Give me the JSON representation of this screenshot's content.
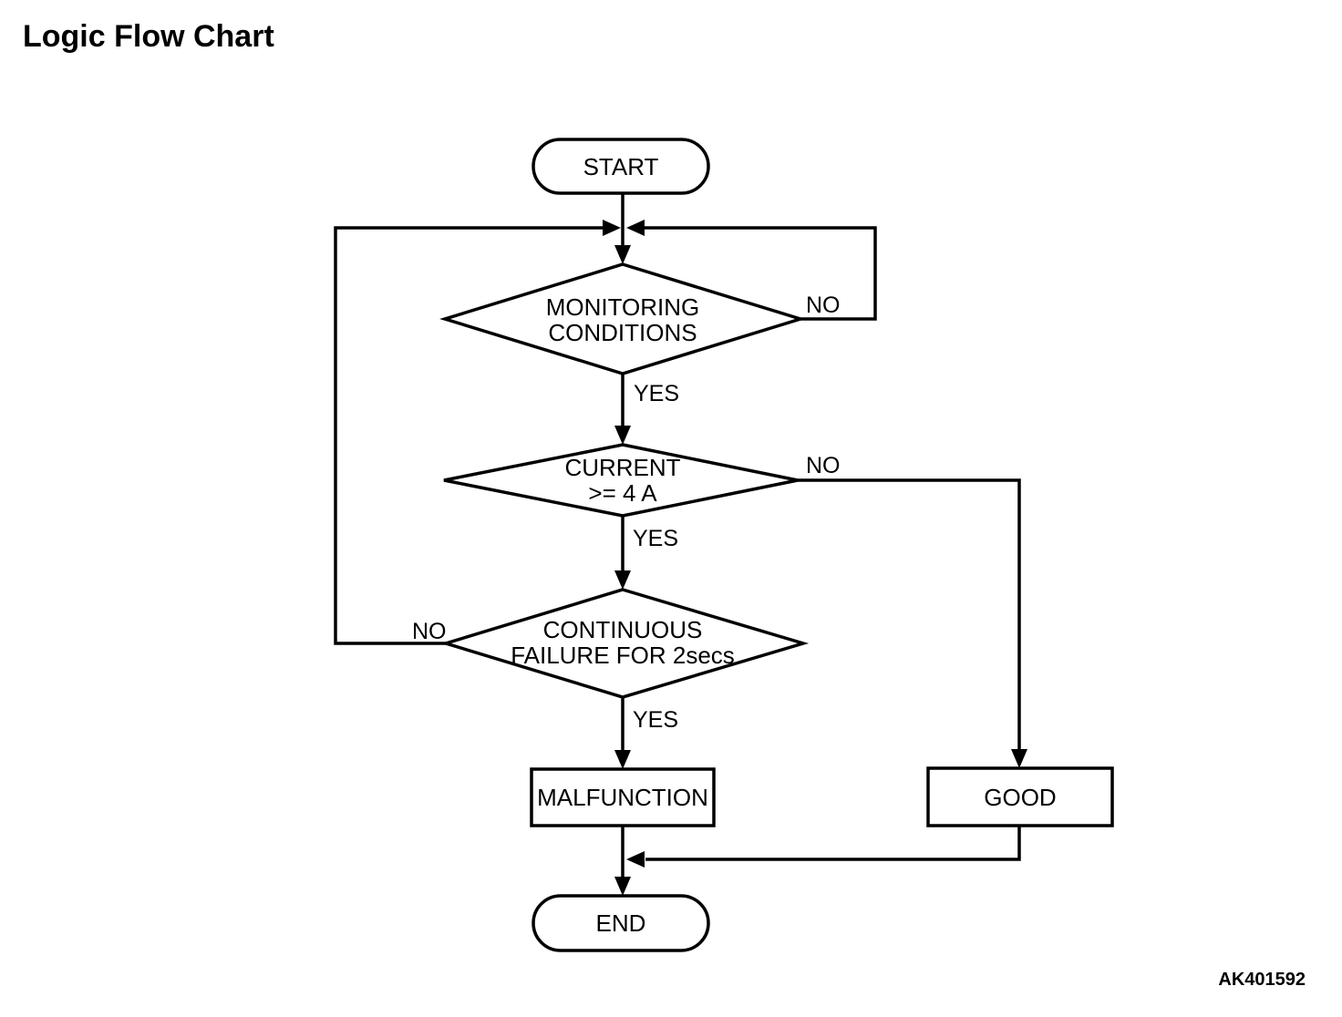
{
  "page": {
    "title": "Logic Flow Chart",
    "figure_code": "AK401592"
  },
  "flowchart": {
    "colors": {
      "line": "#000000",
      "background": "#ffffff",
      "text": "#000000"
    },
    "start": {
      "label": "START"
    },
    "decision_monitoring": {
      "line1": "MONITORING",
      "line2": "CONDITIONS",
      "yes_label": "YES",
      "no_label": "NO"
    },
    "decision_current": {
      "line1": "CURRENT",
      "line2": ">= 4 A",
      "yes_label": "YES",
      "no_label": "NO"
    },
    "decision_continuous": {
      "line1": "CONTINUOUS",
      "line2": "FAILURE FOR 2secs",
      "yes_label": "YES",
      "no_label": "NO"
    },
    "malfunction": {
      "label": "MALFUNCTION"
    },
    "good": {
      "label": "GOOD"
    },
    "end": {
      "label": "END"
    }
  }
}
